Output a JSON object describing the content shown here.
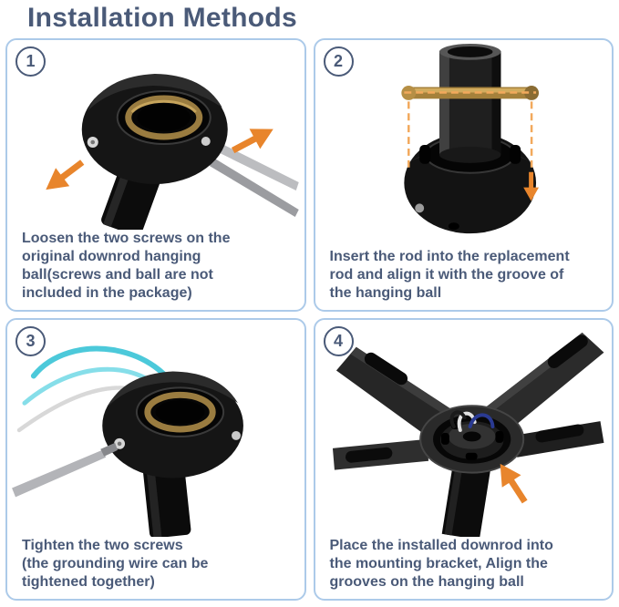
{
  "page": {
    "title": "Installation Methods"
  },
  "colors": {
    "heading_text": "#4a5a78",
    "caption_text": "#4a5a78",
    "panel_border": "#accae9",
    "arrow_orange": "#e8852c",
    "brass_ring": "#9a7c40",
    "ground_wire_cyan": "#4cc9da",
    "background": "#ffffff"
  },
  "steps": [
    {
      "number": "1",
      "caption": "Loosen the two screws on the\noriginal downrod hanging\nball(screws and ball are not\nincluded in the package)",
      "illustration": "hanging-ball-with-screwdriver-and-arrows"
    },
    {
      "number": "2",
      "caption": "Insert the rod into the replacement\nrod and align it with the groove of\nthe hanging ball",
      "illustration": "rod-with-brass-cross-pin-above-hanging-ball"
    },
    {
      "number": "3",
      "caption": "Tighten the two screws\n(the grounding wire can be\ntightened together)",
      "illustration": "hanging-ball-with-ground-wires-and-screwdriver"
    },
    {
      "number": "4",
      "caption": "Place the installed downrod into\nthe mounting bracket, Align the\ngrooves on the hanging ball",
      "illustration": "downrod-installed-in-mounting-bracket"
    }
  ]
}
